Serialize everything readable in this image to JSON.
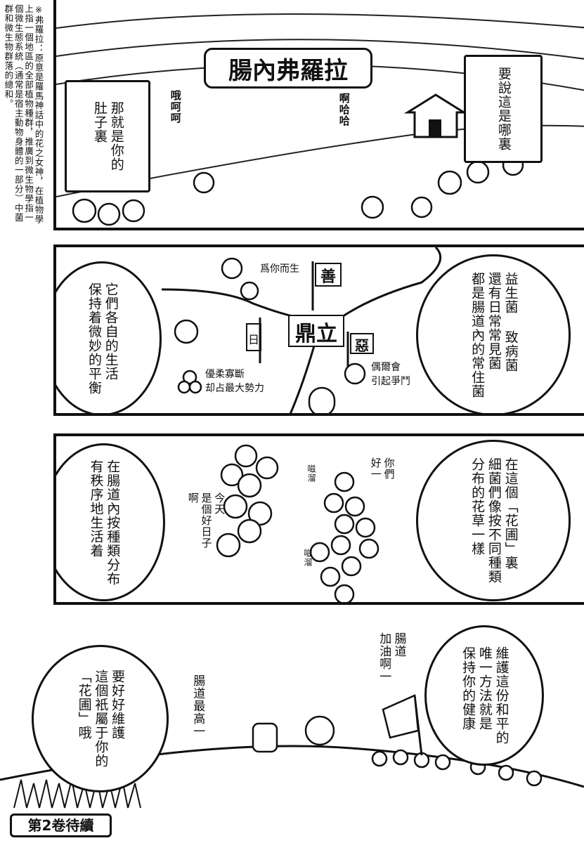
{
  "footnote": "※弗羅拉：原意是羅馬神話中的花之女神，在植物學上指一個地區的全部植物種群，推廣到微生物學指一個微生態系統（通常是宿主動物身體的一部分）中菌群和微生物群落的總和。",
  "panel1": {
    "title": "腸內弗羅拉",
    "left_bubble": [
      "那就是你的",
      "肚子裏"
    ],
    "right_bubble": [
      "要說這是哪裏"
    ],
    "sfx_left": "哦呵呵",
    "sfx_right": "啊哈哈"
  },
  "panel2": {
    "left_bubble": [
      "它們各自的生活",
      "保持着微妙的平衡"
    ],
    "right_bubble": [
      "益生菌 致病菌",
      "還有日常常見菌",
      "都是腸道內的常住菌"
    ],
    "map_center": "鼎立",
    "flag_good": "善",
    "flag_bad": "惡",
    "flag_daily": "日",
    "label_good": "爲你而生",
    "label_daily": [
      "優柔寡斷",
      "却占最大勢力"
    ],
    "label_bad": [
      "偶爾會",
      "引起爭鬥"
    ]
  },
  "panel3": {
    "left_bubble": [
      "在腸道內按種類分布",
      "有秩序地生活着"
    ],
    "right_bubble": [
      "在這個「花圃」裏",
      "細菌們像按不同種類",
      "分布的花草一樣"
    ],
    "speech_a": [
      "今天",
      "是個好日子",
      "啊"
    ],
    "speech_b": [
      "你們",
      "好一"
    ],
    "sfx_a": "嗞溜",
    "sfx_b": "嗞溜"
  },
  "panel4": {
    "left_bubble": [
      "要好好維護",
      "這個衹屬于你的",
      "「花圃」哦"
    ],
    "right_bubble": [
      "維護這份和平的",
      "唯一方法就是",
      "保持你的健康"
    ],
    "cheer_a": [
      "腸道最高一"
    ],
    "cheer_b": [
      "腸道",
      "加油啊一"
    ],
    "to_be_continued": "第2卷待續"
  }
}
